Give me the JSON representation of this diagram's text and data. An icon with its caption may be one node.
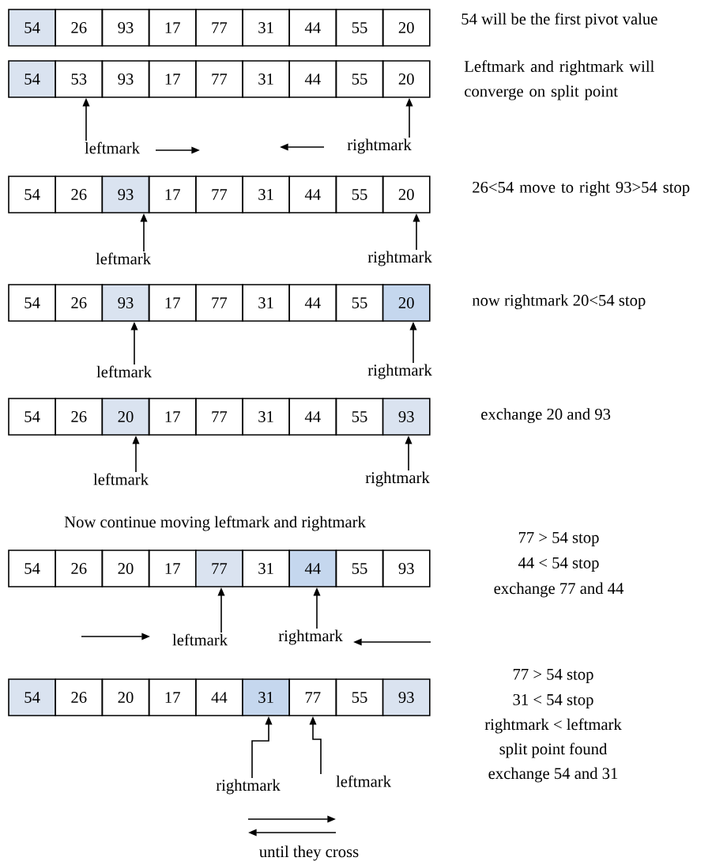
{
  "diagram": {
    "nodes": [
      {
        "text": [
          "54"
        ]
      },
      {
        "text": [
          "26"
        ]
      },
      {
        "text": [
          "93"
        ]
      },
      {
        "text": [
          "17"
        ]
      },
      {
        "text": [
          "77"
        ]
      },
      {
        "text": [
          "31"
        ]
      },
      {
        "text": [
          "44"
        ]
      },
      {
        "text": [
          "55"
        ]
      },
      {
        "text": [
          "20"
        ]
      },
      {
        "text": [
          "54"
        ]
      },
      {
        "text": [
          "53"
        ]
      },
      {
        "text": [
          "93"
        ]
      },
      {
        "text": [
          "17"
        ]
      },
      {
        "text": [
          "77"
        ]
      },
      {
        "text": [
          "31"
        ]
      },
      {
        "text": [
          "44"
        ]
      },
      {
        "text": [
          "55"
        ]
      },
      {
        "text": [
          "20"
        ]
      },
      {
        "text": [
          "leftmark"
        ]
      },
      {
        "text": [
          "rightmark"
        ]
      },
      {
        "text": [
          "54"
        ]
      },
      {
        "text": [
          "26"
        ]
      },
      {
        "text": [
          "93"
        ]
      },
      {
        "text": [
          "17"
        ]
      },
      {
        "text": [
          "77"
        ]
      },
      {
        "text": [
          "31"
        ]
      },
      {
        "text": [
          "44"
        ]
      },
      {
        "text": [
          "55"
        ]
      },
      {
        "text": [
          "20"
        ]
      },
      {
        "text": [
          "leftmark"
        ]
      },
      {
        "text": [
          "rightmark"
        ]
      },
      {
        "text": [
          "54"
        ]
      },
      {
        "text": [
          "26"
        ]
      },
      {
        "text": [
          "93"
        ]
      },
      {
        "text": [
          "17"
        ]
      },
      {
        "text": [
          "77"
        ]
      },
      {
        "text": [
          "31"
        ]
      },
      {
        "text": [
          "44"
        ]
      },
      {
        "text": [
          "55"
        ]
      },
      {
        "text": [
          "20"
        ]
      },
      {
        "text": [
          "leftmark"
        ]
      },
      {
        "text": [
          "rightmark"
        ]
      },
      {
        "text": [
          "54"
        ]
      },
      {
        "text": [
          "26"
        ]
      },
      {
        "text": [
          "20"
        ]
      },
      {
        "text": [
          "17"
        ]
      },
      {
        "text": [
          "77"
        ]
      },
      {
        "text": [
          "31"
        ]
      },
      {
        "text": [
          "44"
        ]
      },
      {
        "text": [
          "55"
        ]
      },
      {
        "text": [
          "93"
        ]
      },
      {
        "text": [
          "leftmark"
        ]
      },
      {
        "text": [
          "rightmark"
        ]
      },
      {
        "text": [
          "54"
        ]
      },
      {
        "text": [
          "26"
        ]
      },
      {
        "text": [
          "20"
        ]
      },
      {
        "text": [
          "17"
        ]
      },
      {
        "text": [
          "77"
        ]
      },
      {
        "text": [
          "31"
        ]
      },
      {
        "text": [
          "44"
        ]
      },
      {
        "text": [
          "55"
        ]
      },
      {
        "text": [
          "93"
        ]
      },
      {
        "text": [
          "leftmark"
        ]
      },
      {
        "text": [
          "rightmark"
        ]
      },
      {
        "text": [
          "54"
        ]
      },
      {
        "text": [
          "26"
        ]
      },
      {
        "text": [
          "20"
        ]
      },
      {
        "text": [
          "17"
        ]
      },
      {
        "text": [
          "44"
        ]
      },
      {
        "text": [
          "31"
        ]
      },
      {
        "text": [
          "77"
        ]
      },
      {
        "text": [
          "55"
        ]
      },
      {
        "text": [
          "93"
        ]
      },
      {
        "text": [
          "rightmark"
        ]
      },
      {
        "text": [
          "leftmark"
        ]
      }
    ],
    "edges": [
      {
        "from": 18,
        "to": 10,
        "arrow": "to"
      },
      {
        "from": 19,
        "to": 17,
        "arrow": "to"
      },
      {
        "from": 29,
        "to": 22,
        "arrow": "to"
      },
      {
        "from": 30,
        "to": 28,
        "arrow": "to"
      },
      {
        "from": 40,
        "to": 33,
        "arrow": "to"
      },
      {
        "from": 41,
        "to": 39,
        "arrow": "to"
      },
      {
        "from": 51,
        "to": 44,
        "arrow": "to"
      },
      {
        "from": 52,
        "to": 50,
        "arrow": "to"
      },
      {
        "from": 62,
        "to": 57,
        "arrow": "to"
      },
      {
        "from": 63,
        "to": 59,
        "arrow": "to"
      },
      {
        "from": 73,
        "to": 69,
        "arrow": "to"
      },
      {
        "from": 74,
        "to": 70,
        "arrow": "to"
      }
    ],
    "labels": [
      "54 will be the first pivot value",
      "Leftmark and rightmark will converge on split point",
      "26<54 move to right 93>54 stop",
      "now rightmark 20<54 stop",
      "exchange 20 and 93",
      "Now continue moving leftmark and rightmark",
      "77 > 54 stop",
      "44 < 54 stop",
      "exchange 77 and 44",
      "77 > 54 stop",
      "31 < 54 stop",
      "rightmark < leftmark",
      "split point found",
      "exchange 54 and 31",
      "until they cross"
    ]
  }
}
